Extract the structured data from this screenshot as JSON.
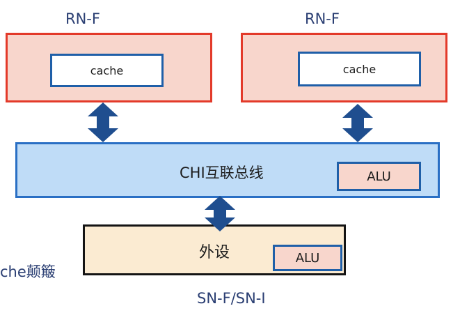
{
  "top_left": {
    "title": "RN-F",
    "cache_label": "cache"
  },
  "top_right": {
    "title": "RN-F",
    "cache_label": "cache"
  },
  "bus": {
    "label": "CHI互联总线",
    "alu_label": "ALU"
  },
  "peripheral": {
    "label": "外设",
    "alu_label": "ALU",
    "caption": "SN-F/SN-I"
  },
  "side_text": "che颠簸",
  "colors": {
    "rn_fill": "#f8d6cc",
    "rn_border": "#e33a2a",
    "cache_border": "#1f5fa8",
    "bus_fill": "#bfdcf7",
    "bus_border": "#2a6fc4",
    "periph_fill": "#fbebd2",
    "periph_border": "#141414",
    "arrow": "#1f4e8f",
    "label_text": "#2b3f73"
  },
  "arrows": [
    {
      "from": "top_left",
      "to": "bus",
      "direction": "bidirectional"
    },
    {
      "from": "top_right",
      "to": "bus",
      "direction": "bidirectional"
    },
    {
      "from": "bus",
      "to": "peripheral",
      "direction": "bidirectional"
    }
  ]
}
